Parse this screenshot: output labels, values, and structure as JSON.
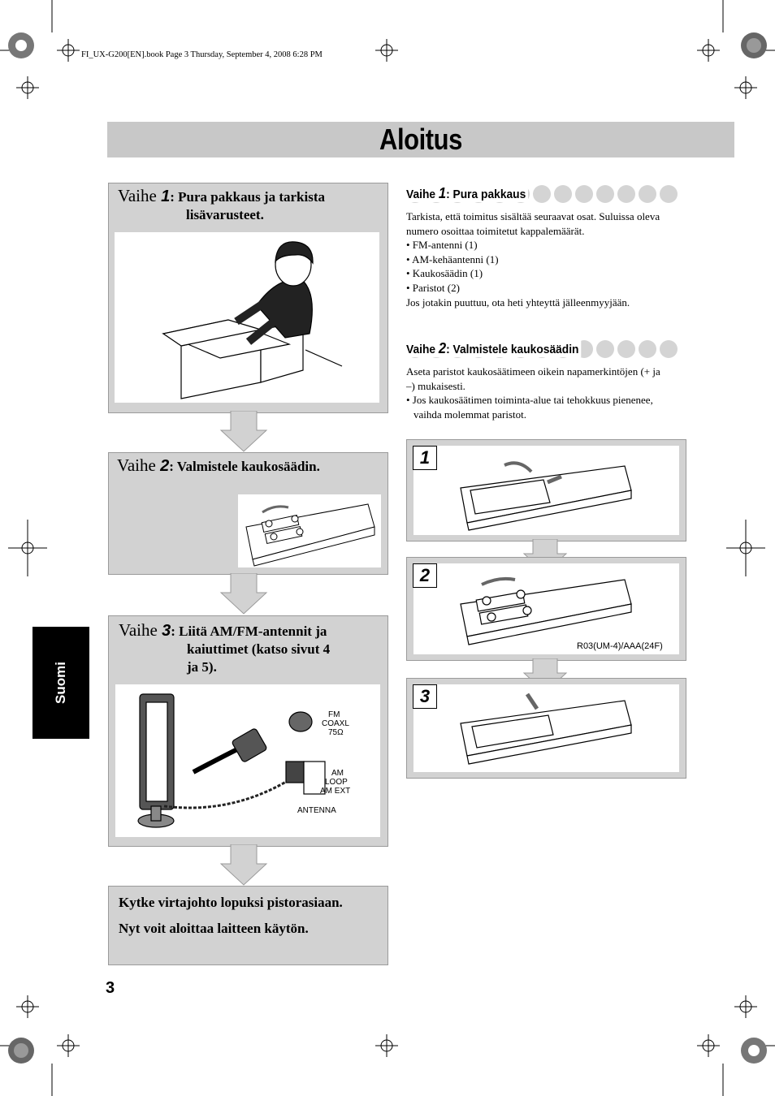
{
  "header": {
    "file_line": "FI_UX-G200[EN].book  Page 3  Thursday, September 4, 2008  6:28 PM"
  },
  "title": "Aloitus",
  "side_tab": "Suomi",
  "page_number": "3",
  "flow": {
    "step1": {
      "prefix": "Vaihe ",
      "num": "1",
      "text": ": Pura pakkaus ja tarkista",
      "text2": "lisävarusteet."
    },
    "step2": {
      "prefix": "Vaihe ",
      "num": "2",
      "text": ": Valmistele kaukosäädin."
    },
    "step3": {
      "prefix": "Vaihe ",
      "num": "3",
      "text": ": Liitä AM/FM-antennit ja",
      "text2": "kaiuttimet (katso sivut 4",
      "text3": "ja 5)."
    },
    "final": {
      "line1": "Kytke virtajohto lopuksi pistorasiaan.",
      "line2": "Nyt voit aloittaa laitteen käytön."
    }
  },
  "antenna_labels": {
    "fm1": "FM",
    "fm2": "COAXL",
    "fm3": "75Ω",
    "am1": "AM",
    "am2": "LOOP",
    "am3": "AM EXT",
    "antenna": "ANTENNA"
  },
  "section1": {
    "head_prefix": "Vaihe ",
    "head_num": "1",
    "head_text": ": Pura pakkaus",
    "intro1": "Tarkista, että toimitus sisältää seuraavat osat. Suluissa oleva",
    "intro2": "numero osoittaa toimitetut kappalemäärät.",
    "items": [
      "• FM-antenni (1)",
      "• AM-kehäantenni (1)",
      "• Kaukosäädin (1)",
      "• Paristot (2)"
    ],
    "outro": "Jos jotakin puuttuu, ota heti yhteyttä jälleenmyyjään."
  },
  "section2": {
    "head_prefix": "Vaihe ",
    "head_num": "2",
    "head_text": ": Valmistele kaukosäädin",
    "line1": "Aseta paristot kaukosäätimeen oikein napamerkintöjen (+ ja",
    "line2": "–) mukaisesti.",
    "bullet1": "• Jos kaukosäätimen toiminta-alue tai tehokkuus pienenee,",
    "bullet2": "vaihda molemmat paristot."
  },
  "remote_steps": {
    "n1": "1",
    "n2": "2",
    "n3": "3",
    "battery_type": "R03(UM-4)/AAA(24F)"
  },
  "colors": {
    "box_gray": "#d2d2d2",
    "title_gray": "#c8c8c8",
    "dot_gray": "#d4d4d4"
  }
}
